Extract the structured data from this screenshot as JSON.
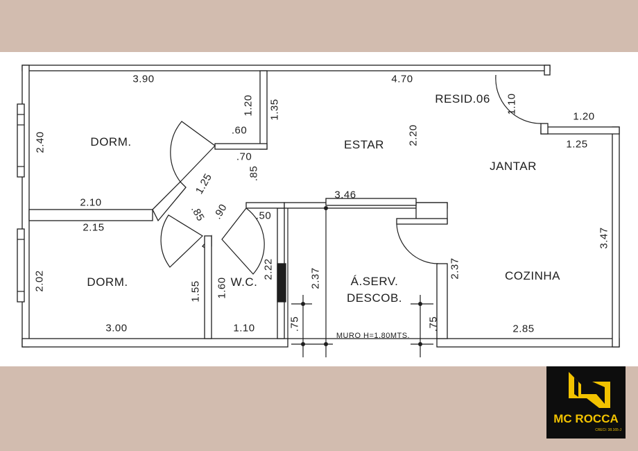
{
  "plan": {
    "rooms": {
      "dorm1": "DORM.",
      "dorm2": "DORM.",
      "estar": "ESTAR",
      "jantar": "JANTAR",
      "cozinha": "COZINHA",
      "wc": "W.C.",
      "aserv_1": "Á.SERV.",
      "aserv_2": "DESCOB.",
      "resid": "RESID.06"
    },
    "wall_note": "MURO H=1.80MTS.",
    "dimensions": {
      "d390": "3.90",
      "d470": "4.70",
      "d110a": "1.10",
      "d120a": "1.20",
      "d125a": "1.25",
      "d120b": "1.20",
      "d135": "1.35",
      "d060": ".60",
      "d070": ".70",
      "d085a": ".85",
      "d220": "2.20",
      "d240": "2.40",
      "d125b": "1.25",
      "d210": "2.10",
      "d215": "2.15",
      "d085b": ".85",
      "d090": ".90",
      "d050": ".50",
      "d346": "3.46",
      "d347": "3.47",
      "d237a": "2.37",
      "d202": "2.02",
      "d155": "1.55",
      "d160": "1.60",
      "d222": "2.22",
      "d237b": "2.37",
      "d300": "3.00",
      "d110b": "1.10",
      "d075a": ".75",
      "d075b": ".75",
      "d285": "2.85"
    }
  },
  "logo": {
    "name": "MC ROCCA",
    "creci": "CRECI: 38.165-J",
    "color": "#f2c200"
  }
}
